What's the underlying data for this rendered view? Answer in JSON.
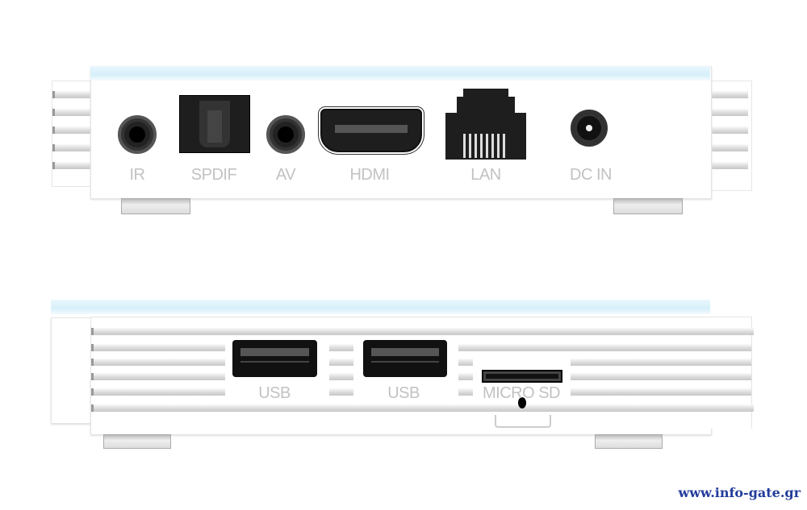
{
  "rear_panel": {
    "ports": [
      {
        "id": "ir",
        "label": "IR"
      },
      {
        "id": "spdif",
        "label": "SPDIF"
      },
      {
        "id": "av",
        "label": "AV"
      },
      {
        "id": "hdmi",
        "label": "HDMI"
      },
      {
        "id": "lan",
        "label": "LAN"
      },
      {
        "id": "dc_in",
        "label": "DC IN"
      }
    ]
  },
  "side_panel": {
    "ports": [
      {
        "id": "usb1",
        "label": "USB"
      },
      {
        "id": "usb2",
        "label": "USB"
      },
      {
        "id": "micro_sd",
        "label": "MICRO SD"
      }
    ]
  },
  "watermark": "www.info-gate.gr"
}
